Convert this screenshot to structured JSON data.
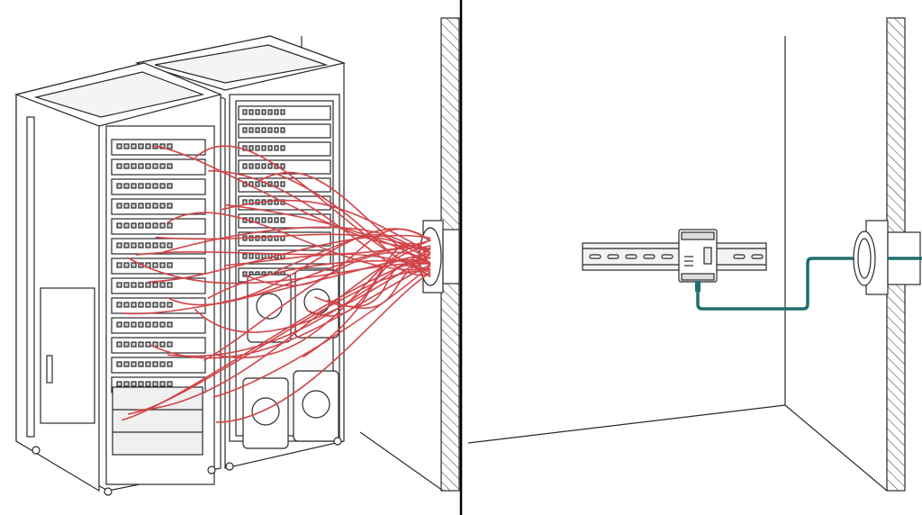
{
  "colors": {
    "line": "#2a2a2a",
    "cable_red": "#d0454a",
    "cable_teal": "#1f6f6f",
    "divider": "#000000",
    "background": "#ffffff"
  },
  "panels": [
    {
      "id": "left",
      "subject": "server-racks-with-many-cables"
    },
    {
      "id": "right",
      "subject": "din-rail-device-with-single-cable"
    }
  ],
  "cable_count_left": 34,
  "cable_count_right": 1
}
